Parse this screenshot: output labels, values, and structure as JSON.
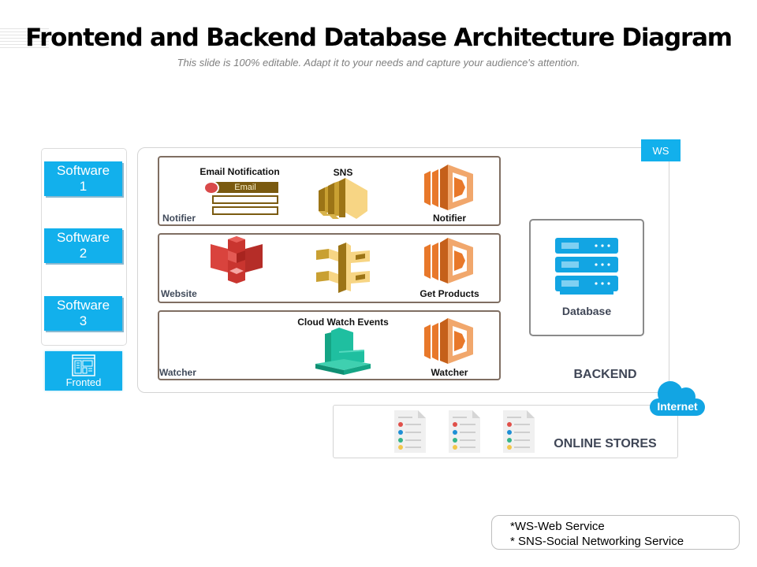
{
  "header": {
    "title": "Frontend and Backend Database Architecture Diagram",
    "subtitle": "This slide is 100% editable. Adapt it to your needs and capture your audience's attention."
  },
  "frontend": {
    "software": [
      {
        "line1": "Software",
        "line2": "1"
      },
      {
        "line1": "Software",
        "line2": "2"
      },
      {
        "line1": "Software",
        "line2": "3"
      }
    ],
    "fronted_label": "Fronted",
    "fronted_icon": "layout-window-icon"
  },
  "backend": {
    "ws_tag": "WS",
    "label": "BACKEND",
    "rows": [
      {
        "label": "Notifier",
        "email_notification": {
          "title": "Email Notification",
          "button": "Email"
        },
        "middle_caption": "SNS",
        "middle_icon": "sns-icon",
        "right_caption": "Notifier",
        "right_icon": "lambda-icon"
      },
      {
        "label": "Website",
        "left_icon": "s3-bucket-icon",
        "middle_icon": "api-gateway-icon",
        "right_caption": "Get Products",
        "right_icon": "lambda-icon"
      },
      {
        "label": "Watcher",
        "middle_caption": "Cloud Watch Events",
        "middle_icon": "cloudwatch-icon",
        "right_caption": "Watcher",
        "right_icon": "lambda-icon"
      }
    ],
    "database": {
      "label": "Database",
      "icon": "server-stack-icon"
    }
  },
  "internet": {
    "label": "Internet",
    "icon": "cloud-icon"
  },
  "online_stores": {
    "label": "ONLINE STORES",
    "documents": 3,
    "bullet_colors": [
      "#e0504a",
      "#1e8fd6",
      "#35b58a",
      "#f2c64a"
    ]
  },
  "legend": {
    "lines": [
      "*WS-Web Service",
      "* SNS-Social Networking Service"
    ]
  },
  "colors": {
    "accent_blue": "#12b0ec",
    "lambda_orange": "#e8782a",
    "sns_gold": "#c9a032",
    "s3_red": "#d9433d",
    "cloudwatch_teal": "#1fbfa0",
    "email_brown": "#7a5a10"
  }
}
